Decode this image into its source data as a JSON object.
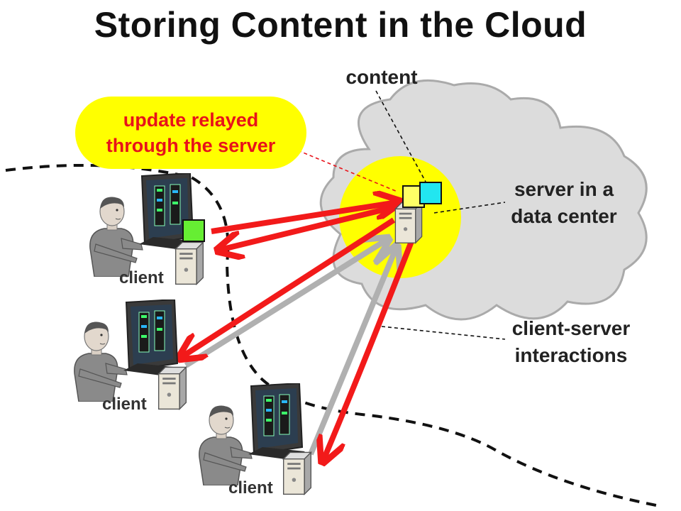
{
  "title": "Storing Content in the Cloud",
  "labels": {
    "content": "content",
    "server": "server in a\ndata center",
    "client_server": "client-server\ninteractions",
    "update": "update relayed\nthrough the server",
    "client": "client"
  },
  "clients": [
    {
      "label": "client",
      "has_content": true
    },
    {
      "label": "client",
      "has_content": false
    },
    {
      "label": "client",
      "has_content": false
    }
  ],
  "colors": {
    "update_arrow": "#f21a1a",
    "interaction_arrow": "#b0b0b0",
    "highlight": "#ffff00",
    "cloud": "#dcdcdc",
    "content_green": "#66ee33",
    "content_yellow": "#ffff66",
    "content_cyan": "#22e6f0"
  }
}
